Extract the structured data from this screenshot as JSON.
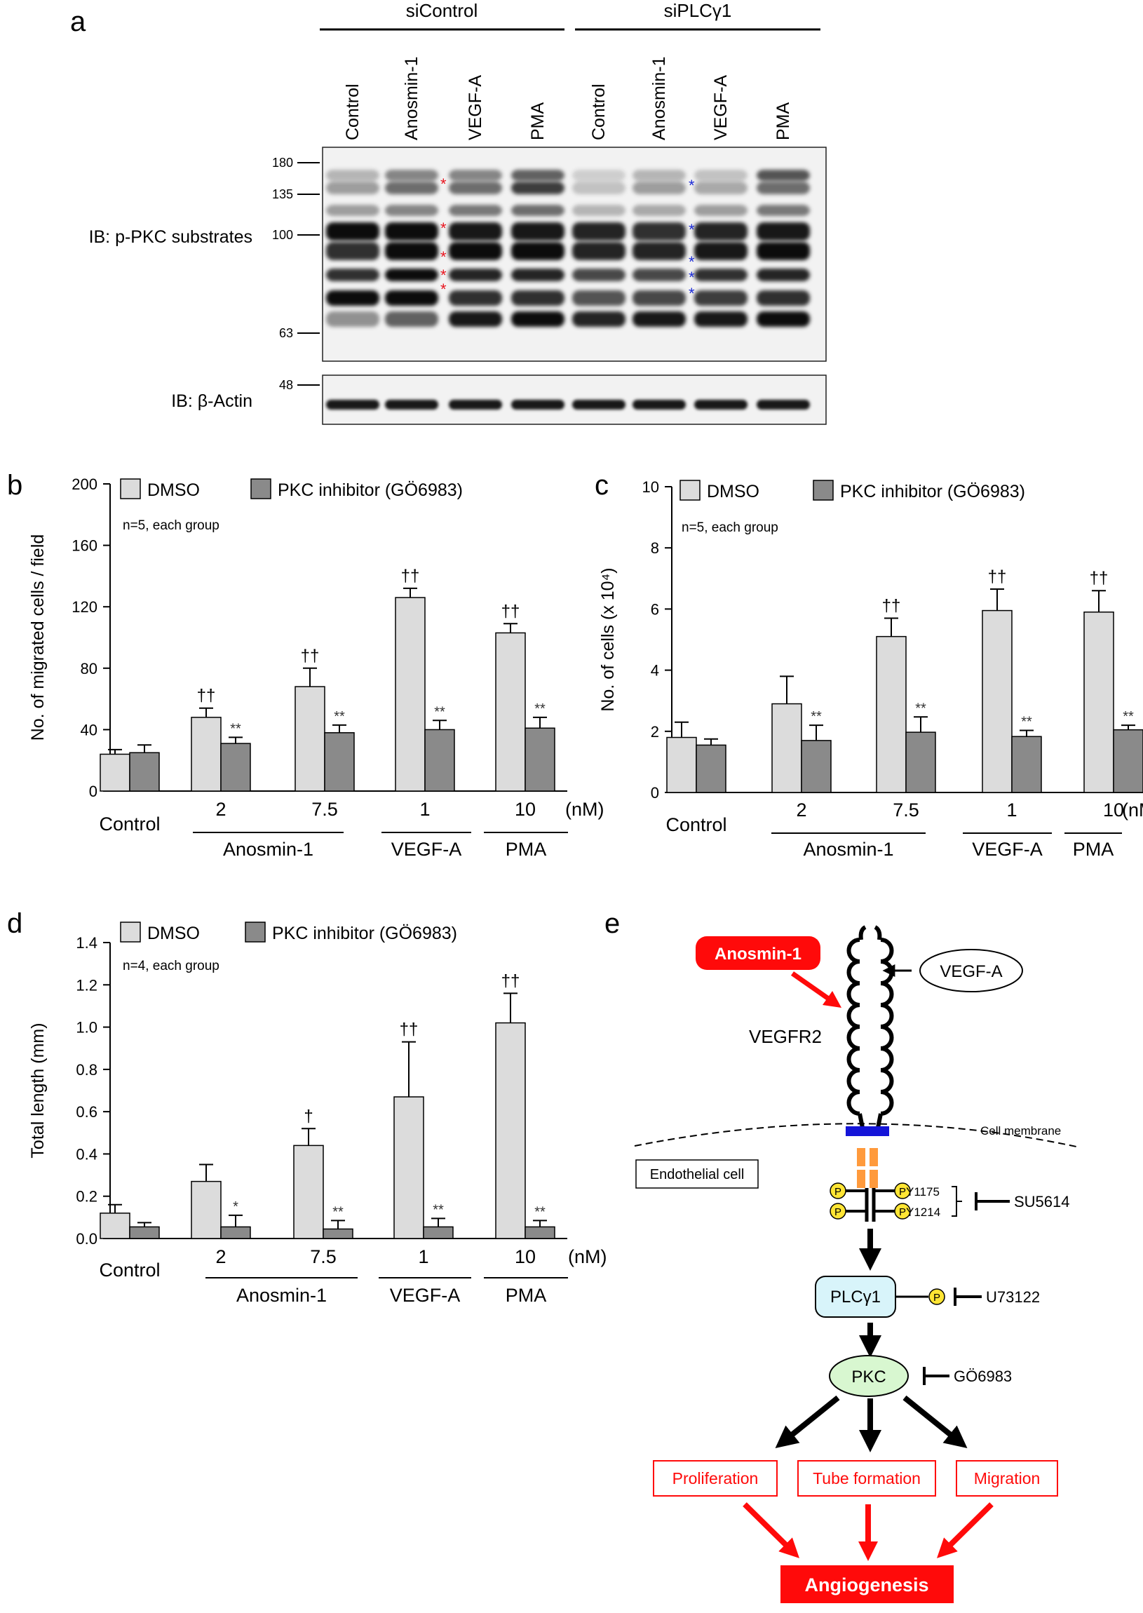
{
  "panel_a": {
    "label": "a",
    "groups": [
      "siControl",
      "siPLCγ1"
    ],
    "lanes": [
      "Control",
      "Anosmin-1",
      "VEGF-A",
      "PMA",
      "Control",
      "Anosmin-1",
      "VEGF-A",
      "PMA"
    ],
    "blot1_label": "IB: p-PKC substrates",
    "blot2_label": "IB: β-Actin",
    "markers_blot1": [
      "180",
      "135",
      "100",
      "63"
    ],
    "markers_blot2": [
      "48"
    ],
    "asterisk": "*",
    "colors": {
      "red_asterisk": "#e8141e",
      "blue_asterisk": "#1c2bd6"
    }
  },
  "legend": {
    "dmso": "DMSO",
    "pkc": "PKC inhibitor (GÖ6983)"
  },
  "colors": {
    "dmso": "#dcdcdc",
    "pkc": "#8a8a8a",
    "red": "#ff0a0a"
  },
  "x_axis": {
    "control": "Control",
    "conc": [
      "2",
      "7.5",
      "1",
      "10"
    ],
    "unit": "(nM)",
    "groups": [
      "Anosmin-1",
      "VEGF-A",
      "PMA"
    ]
  },
  "chart_data": [
    {
      "panel": "b",
      "type": "bar",
      "ylabel": "No. of migrated cells / field",
      "note": "n=5, each group",
      "ylim": [
        0,
        200
      ],
      "yticks": [
        "0",
        "40",
        "80",
        "120",
        "160",
        "200"
      ],
      "categories": [
        "Control",
        "Anosmin-1 2",
        "Anosmin-1 7.5",
        "VEGF-A 1",
        "PMA 10"
      ],
      "series": [
        {
          "name": "DMSO",
          "values": [
            24,
            48,
            68,
            126,
            103
          ],
          "errors": [
            3,
            6,
            12,
            6,
            6
          ],
          "marks": [
            "",
            "††",
            "††",
            "††",
            "††"
          ]
        },
        {
          "name": "PKC inhibitor (GÖ6983)",
          "values": [
            25,
            31,
            38,
            40,
            41
          ],
          "errors": [
            5,
            4,
            5,
            6,
            7
          ],
          "marks": [
            "",
            "**",
            "**",
            "**",
            "**"
          ]
        }
      ]
    },
    {
      "panel": "c",
      "type": "bar",
      "ylabel": "No. of cells (x 10⁴)",
      "note": "n=5, each group",
      "ylim": [
        0,
        10
      ],
      "yticks": [
        "0",
        "2",
        "4",
        "6",
        "8",
        "10"
      ],
      "categories": [
        "Control",
        "Anosmin-1 2",
        "Anosmin-1 7.5",
        "VEGF-A 1",
        "PMA 10"
      ],
      "series": [
        {
          "name": "DMSO",
          "values": [
            1.8,
            2.9,
            5.1,
            5.95,
            5.9
          ],
          "errors": [
            0.5,
            0.9,
            0.6,
            0.7,
            0.7
          ],
          "marks": [
            "",
            "",
            "††",
            "††",
            "††"
          ]
        },
        {
          "name": "PKC inhibitor (GÖ6983)",
          "values": [
            1.55,
            1.7,
            1.97,
            1.83,
            2.05
          ],
          "errors": [
            0.2,
            0.5,
            0.5,
            0.2,
            0.15
          ],
          "marks": [
            "",
            "**",
            "**",
            "**",
            "**"
          ]
        }
      ]
    },
    {
      "panel": "d",
      "type": "bar",
      "ylabel": "Total length (mm)",
      "note": "n=4, each group",
      "ylim": [
        0,
        1.4
      ],
      "yticks": [
        "0.0",
        "0.2",
        "0.4",
        "0.6",
        "0.8",
        "1.0",
        "1.2",
        "1.4"
      ],
      "categories": [
        "Control",
        "Anosmin-1 2",
        "Anosmin-1 7.5",
        "VEGF-A 1",
        "PMA 10"
      ],
      "series": [
        {
          "name": "DMSO",
          "values": [
            0.12,
            0.27,
            0.44,
            0.67,
            1.02
          ],
          "errors": [
            0.04,
            0.08,
            0.08,
            0.26,
            0.14
          ],
          "marks": [
            "",
            "",
            "†",
            "††",
            "††"
          ]
        },
        {
          "name": "PKC inhibitor (GÖ6983)",
          "values": [
            0.055,
            0.055,
            0.045,
            0.055,
            0.055
          ],
          "errors": [
            0.02,
            0.055,
            0.04,
            0.04,
            0.03
          ],
          "marks": [
            "",
            "*",
            "**",
            "**",
            "**"
          ]
        }
      ]
    }
  ],
  "panel_e": {
    "label": "e",
    "anosmin": "Anosmin-1",
    "vegfa": "VEGF-A",
    "vegfr2": "VEGFR2",
    "membrane": "Cell membrane",
    "endothelial": "Endothelial cell",
    "p": "P",
    "y1175": "Y1175",
    "y1214": "Y1214",
    "su": "SU5614",
    "plc": "PLCγ1",
    "u73": "U73122",
    "pkc": "PKC",
    "go": "GÖ6983",
    "outputs": [
      "Proliferation",
      "Tube formation",
      "Migration"
    ],
    "angio": "Angiogenesis"
  }
}
